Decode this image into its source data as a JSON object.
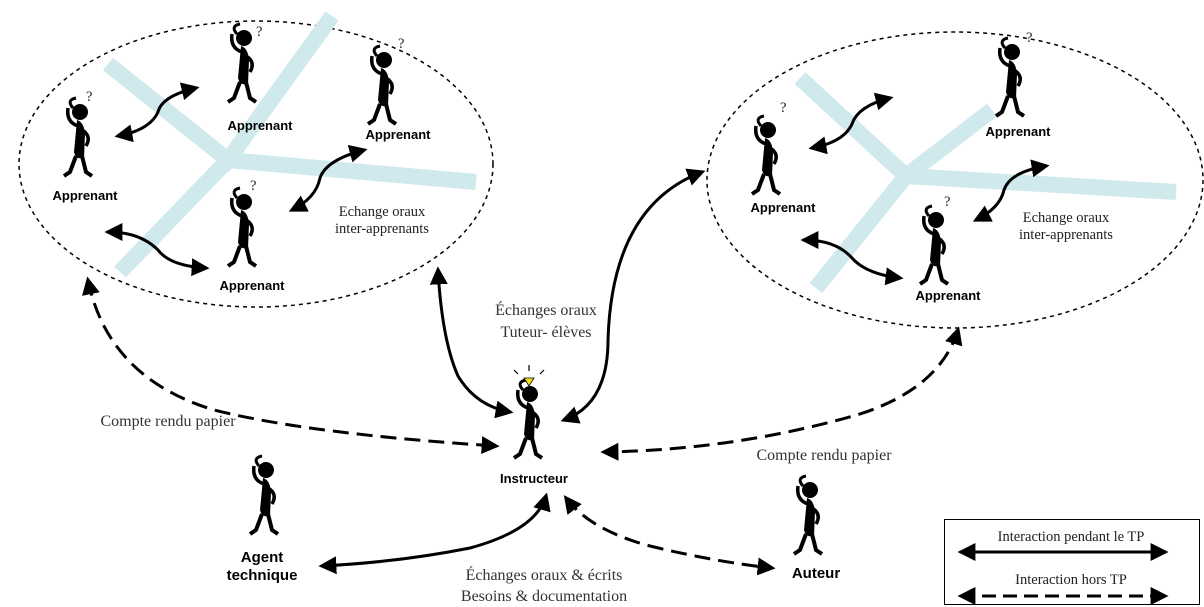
{
  "groups": [
    {
      "learners": [
        "Apprenant",
        "Apprenant",
        "Apprenant",
        "Apprenant"
      ],
      "exchange": [
        "Echange oraux",
        "inter-apprenants"
      ]
    },
    {
      "learners": [
        "Apprenant",
        "Apprenant",
        "Apprenant"
      ],
      "exchange": [
        "Echange oraux",
        "inter-apprenants"
      ]
    }
  ],
  "actors": {
    "instructor": "Instructeur",
    "technician": [
      "Agent",
      "technique"
    ],
    "author": "Auteur"
  },
  "flows": {
    "oral_tutor": [
      "Échanges oraux",
      "Tuteur- élèves"
    ],
    "report_left": "Compte rendu papier",
    "report_right": "Compte rendu papier",
    "bottom": [
      "Échanges oraux & écrits",
      "Besoins & documentation"
    ]
  },
  "legend": {
    "solid": "Interaction pendant le TP",
    "dashed": "Interaction hors TP"
  },
  "colors": {
    "table_tint": "#cfe9ec",
    "figure": "#000000",
    "bulb": "#f2e21b"
  }
}
